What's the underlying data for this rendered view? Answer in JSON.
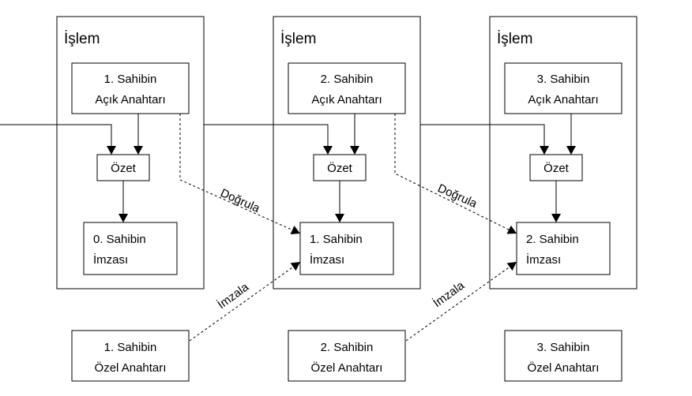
{
  "transactions": [
    {
      "title": "İşlem",
      "owner_public_key": [
        "1. Sahibin",
        "Açık Anahtarı"
      ],
      "hash": "Özet",
      "signature": [
        "0. Sahibin",
        "İmzası"
      ]
    },
    {
      "title": "İşlem",
      "owner_public_key": [
        "2. Sahibin",
        "Açık Anahtarı"
      ],
      "hash": "Özet",
      "signature": [
        "1. Sahibin",
        "İmzası"
      ]
    },
    {
      "title": "İşlem",
      "owner_public_key": [
        "3. Sahibin",
        "Açık Anahtarı"
      ],
      "hash": "Özet",
      "signature": [
        "2. Sahibin",
        "İmzası"
      ]
    }
  ],
  "private_keys": [
    [
      "1. Sahibin",
      "Özel Anahtarı"
    ],
    [
      "2. Sahibin",
      "Özel Anahtarı"
    ],
    [
      "3. Sahibin",
      "Özel Anahtarı"
    ]
  ],
  "labels": {
    "verify": "Doğrula",
    "sign": "İmzala"
  }
}
